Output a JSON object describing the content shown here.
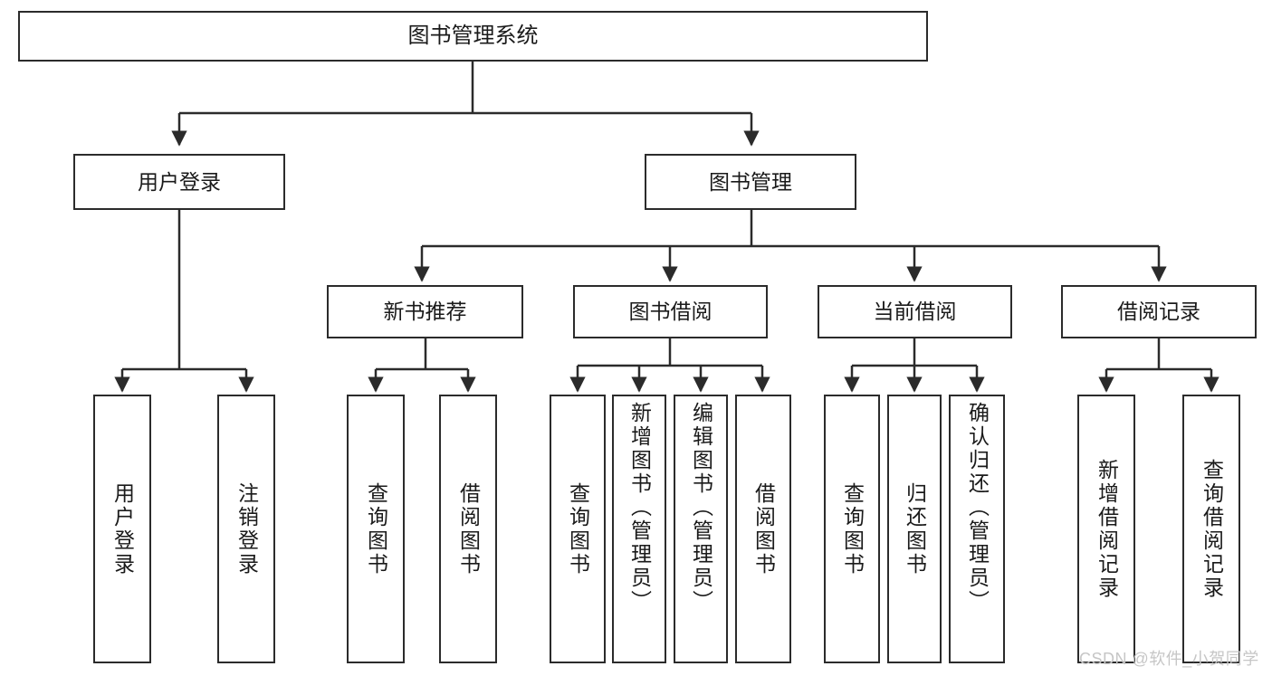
{
  "diagram": {
    "title_node": {
      "label": "图书管理系统"
    },
    "level2": [
      {
        "label": "用户登录"
      },
      {
        "label": "图书管理"
      }
    ],
    "level3": [
      {
        "label": "新书推荐"
      },
      {
        "label": "图书借阅"
      },
      {
        "label": "当前借阅"
      },
      {
        "label": "借阅记录"
      }
    ],
    "leaves": {
      "user_login": [
        {
          "label": "用户登录"
        },
        {
          "label": "注销登录"
        }
      ],
      "new_book_recommend": [
        {
          "label": "查询图书"
        },
        {
          "label": "借阅图书"
        }
      ],
      "book_borrow": [
        {
          "label": "查询图书"
        },
        {
          "label": "新增图书（管理员）"
        },
        {
          "label": "编辑图书（管理员）"
        },
        {
          "label": "借阅图书"
        }
      ],
      "current_borrow": [
        {
          "label": "查询图书"
        },
        {
          "label": "归还图书"
        },
        {
          "label": "确认归还（管理员）"
        }
      ],
      "borrow_records": [
        {
          "label": "新增借阅记录"
        },
        {
          "label": "查询借阅记录"
        }
      ]
    }
  },
  "watermark": {
    "text": "CSDN @软件_小贺同学"
  },
  "colors": {
    "stroke": "#2b2b2b",
    "background": "#ffffff",
    "text": "#1a1a1a",
    "watermark": "#c6c6c6"
  }
}
